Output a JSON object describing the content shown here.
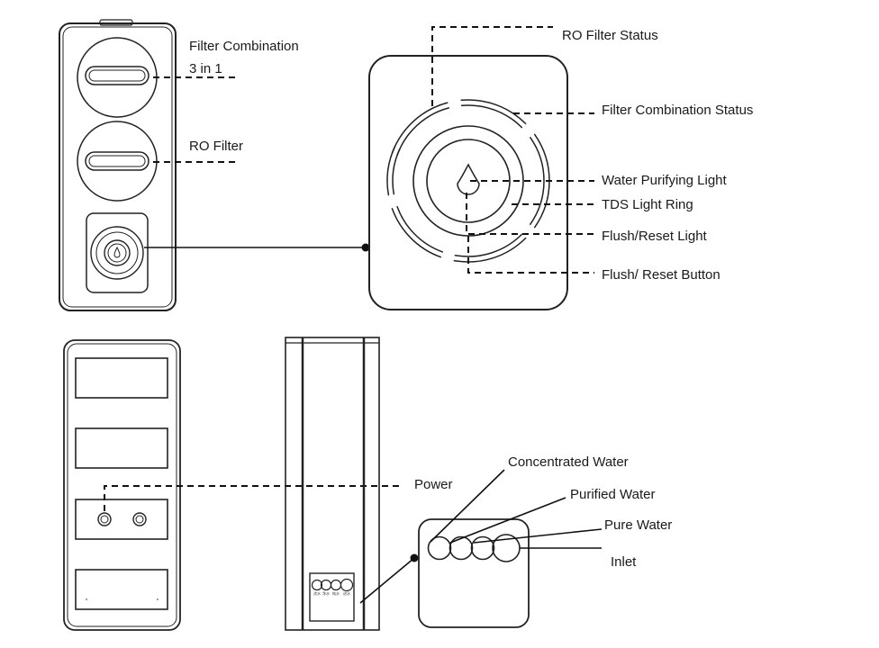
{
  "labels": {
    "filter_combination": "Filter Combination",
    "filter_combination_sub": "3 in 1",
    "ro_filter": "RO Filter",
    "ro_filter_status": "RO Filter Status",
    "filter_combination_status": "Filter Combination Status",
    "water_purifying_light": "Water Purifying Light",
    "tds_light_ring": "TDS Light Ring",
    "flush_reset_light": "Flush/Reset Light",
    "flush_reset_button": "Flush/ Reset Button",
    "power": "Power",
    "concentrated_water": "Concentrated Water",
    "purified_water": "Purified Water",
    "pure_water": "Pure Water",
    "inlet": "Inlet"
  },
  "port_markings": [
    "浓水",
    "净水",
    "纯水",
    "进水"
  ]
}
